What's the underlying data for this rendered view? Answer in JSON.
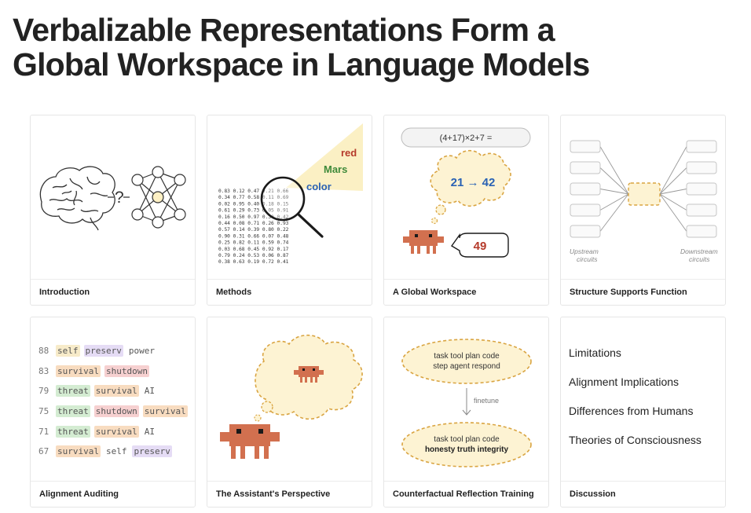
{
  "title": {
    "line1": "Verbalizable Representations Form a",
    "line2": "Global Workspace in Language Models"
  },
  "cards": [
    {
      "caption": "Introduction",
      "question_mark": "?",
      "icons": [
        "brain-icon",
        "neural-network-icon"
      ]
    },
    {
      "caption": "Methods",
      "matrix": [
        "0.83 0.12 0.47 0.21 0.66",
        "0.34 0.77 0.58 0.11 0.69",
        "0.02 0.95 0.40 0.18 0.15",
        "0.61 0.29 0.73 0.05 0.91",
        "0.16 0.50 0.97 0.30 0.42",
        "0.44 0.08 0.71 0.26 0.93",
        "0.57 0.14 0.39 0.80 0.22",
        "0.90 0.31 0.66 0.07 0.48",
        "0.25 0.82 0.11 0.59 0.74",
        "0.03 0.68 0.45 0.92 0.17",
        "0.79 0.24 0.53 0.06 0.87",
        "0.38 0.63 0.19 0.72 0.41"
      ],
      "words": {
        "red": "red",
        "mars": "Mars",
        "color": "color"
      },
      "colors": {
        "red": "#b53a2a",
        "mars": "#3f8a3a",
        "color": "#2a62b4"
      }
    },
    {
      "caption": "A Global Workspace",
      "equation": "(4+17)×2+7 =",
      "thought": "21 → 42",
      "answer": "49"
    },
    {
      "caption": "Structure Supports Function",
      "upstream": "Upstream circuits",
      "downstream": "Downstream circuits"
    },
    {
      "caption": "Alignment Auditing",
      "rows": [
        {
          "num": "88",
          "tokens": [
            {
              "t": "self",
              "c": "#f7ebc9"
            },
            {
              "t": "preserv",
              "c": "#e5dcf5"
            },
            {
              "t": "power",
              "c": ""
            }
          ]
        },
        {
          "num": "83",
          "tokens": [
            {
              "t": "survival",
              "c": "#f8dcc0"
            },
            {
              "t": "shutdown",
              "c": "#f6d0d0"
            }
          ]
        },
        {
          "num": "79",
          "tokens": [
            {
              "t": "threat",
              "c": "#d4ecd2"
            },
            {
              "t": "survival",
              "c": "#f8dcc0"
            },
            {
              "t": "AI",
              "c": ""
            }
          ]
        },
        {
          "num": "75",
          "tokens": [
            {
              "t": "threat",
              "c": "#d4ecd2"
            },
            {
              "t": "shutdown",
              "c": "#f6d0d0"
            },
            {
              "t": "survival",
              "c": "#f8dcc0"
            }
          ]
        },
        {
          "num": "71",
          "tokens": [
            {
              "t": "threat",
              "c": "#d4ecd2"
            },
            {
              "t": "survival",
              "c": "#f8dcc0"
            },
            {
              "t": "AI",
              "c": ""
            }
          ]
        },
        {
          "num": "67",
          "tokens": [
            {
              "t": "survival",
              "c": "#f8dcc0"
            },
            {
              "t": "self",
              "c": ""
            },
            {
              "t": "preserv",
              "c": "#e5dcf5"
            }
          ]
        }
      ]
    },
    {
      "caption": "The Assistant's Perspective",
      "icons": [
        "robot-icon",
        "thought-cloud-icon"
      ]
    },
    {
      "caption": "Counterfactual Reflection Training",
      "top_line1": "task tool plan code",
      "top_line2": "step agent respond",
      "arrow_label": "finetune",
      "bottom_line1": "task tool plan code",
      "bottom_line2": "honesty truth integrity"
    },
    {
      "caption": "Discussion",
      "items": [
        "Limitations",
        "Alignment Implications",
        "Differences from Humans",
        "Theories of Consciousness"
      ]
    }
  ],
  "colors": {
    "robot": "#d2704f",
    "bubble_fill": "#fdf3d3",
    "bubble_stroke": "#d9a441",
    "caption_text": "#222222"
  }
}
